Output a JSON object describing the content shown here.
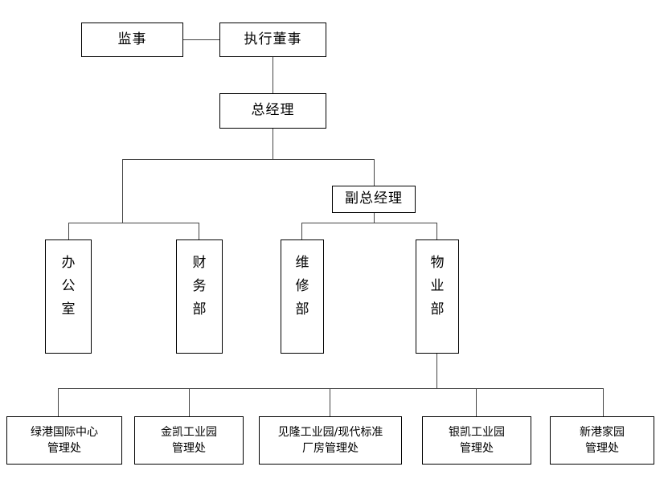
{
  "chart": {
    "type": "org-chart",
    "orientation": "top-down",
    "line_color": "#444444",
    "box_border_color": "#000000",
    "box_fill_color": "#ffffff",
    "background_color": "#ffffff",
    "nodes": {
      "supervisor": {
        "label": "监事"
      },
      "executive_director": {
        "label": "执行董事"
      },
      "general_manager": {
        "label": "总经理"
      },
      "deputy_general_manager": {
        "label": "副总经理"
      },
      "office": {
        "label": "办公室"
      },
      "finance_dept": {
        "label": "财务部"
      },
      "maintenance_dept": {
        "label": "维修部"
      },
      "property_dept": {
        "label": "物业部"
      },
      "site_1": {
        "label": "绿港国际中心\n管理处"
      },
      "site_2": {
        "label": "金凯工业园\n管理处"
      },
      "site_3": {
        "label": "见隆工业园/现代标准\n厂房管理处"
      },
      "site_4": {
        "label": "银凯工业园\n管理处"
      },
      "site_5": {
        "label": "新港家园\n管理处"
      }
    },
    "edges": [
      {
        "from": "supervisor",
        "to": "executive_director",
        "style": "horizontal"
      },
      {
        "from": "executive_director",
        "to": "general_manager",
        "style": "vertical"
      },
      {
        "from": "general_manager",
        "to": "office",
        "style": "elbow"
      },
      {
        "from": "general_manager",
        "to": "finance_dept",
        "style": "elbow"
      },
      {
        "from": "general_manager",
        "to": "deputy_general_manager",
        "style": "elbow"
      },
      {
        "from": "deputy_general_manager",
        "to": "maintenance_dept",
        "style": "elbow"
      },
      {
        "from": "deputy_general_manager",
        "to": "property_dept",
        "style": "elbow"
      },
      {
        "from": "property_dept",
        "to": "site_1",
        "style": "elbow"
      },
      {
        "from": "property_dept",
        "to": "site_2",
        "style": "elbow"
      },
      {
        "from": "property_dept",
        "to": "site_3",
        "style": "elbow"
      },
      {
        "from": "property_dept",
        "to": "site_4",
        "style": "elbow"
      },
      {
        "from": "property_dept",
        "to": "site_5",
        "style": "elbow"
      }
    ]
  }
}
